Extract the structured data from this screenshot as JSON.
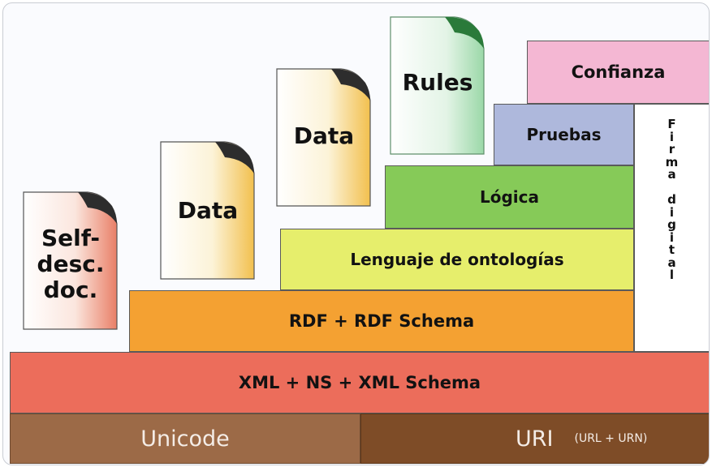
{
  "layers": {
    "unicode": "Unicode",
    "uri": "URI",
    "uri_note": "(URL + URN)",
    "xml": "XML + NS + XML Schema",
    "rdf": "RDF + RDF Schema",
    "ontology": "Lenguaje de ontologías",
    "logic": "Lógica",
    "proof": "Pruebas",
    "trust": "Confianza",
    "signature": "Firma digital"
  },
  "documents": {
    "self_desc": [
      "Self-",
      "desc.",
      "doc."
    ],
    "data_1": "Data",
    "data_2": "Data",
    "rules": "Rules"
  },
  "colors": {
    "unicode": "#9c6a47",
    "uri": "#7e4c27",
    "xml": "#ec6d5b",
    "rdf": "#f4a132",
    "ontology": "#e6ee6c",
    "logic": "#86ca58",
    "proof": "#aeb8dc",
    "trust": "#f4b7d3",
    "signature": "#ffffff"
  }
}
